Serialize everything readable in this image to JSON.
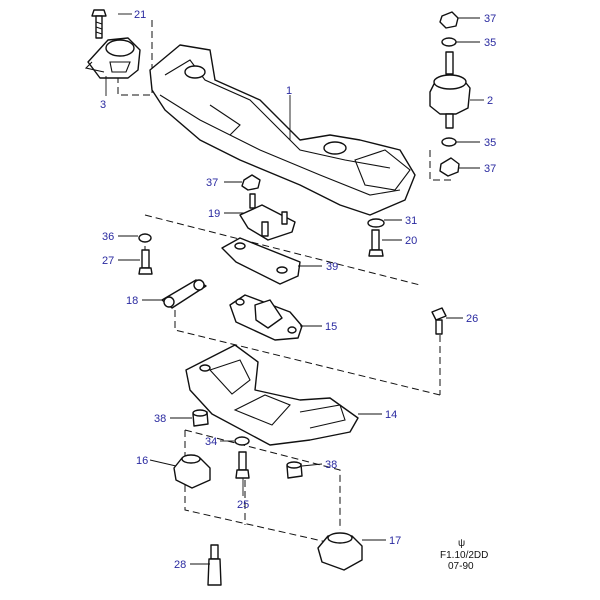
{
  "callouts": {
    "c21": "21",
    "c3": "3",
    "c1": "1",
    "c37a": "37",
    "c35a": "35",
    "c2": "2",
    "c35b": "35",
    "c37b": "37",
    "c37c": "37",
    "c19": "19",
    "c31": "31",
    "c20": "20",
    "c36": "36",
    "c27": "27",
    "c39": "39",
    "c18": "18",
    "c15": "15",
    "c26": "26",
    "c14": "14",
    "c38a": "38",
    "c34": "34",
    "c16": "16",
    "c38b": "38",
    "c25": "25",
    "c17": "17",
    "c28": "28"
  },
  "reference": {
    "symbol": "ψ",
    "code": "F1.10/2DD",
    "date": "07-90"
  },
  "colors": {
    "callout_text": "#2a2aa0",
    "line": "#111111"
  }
}
